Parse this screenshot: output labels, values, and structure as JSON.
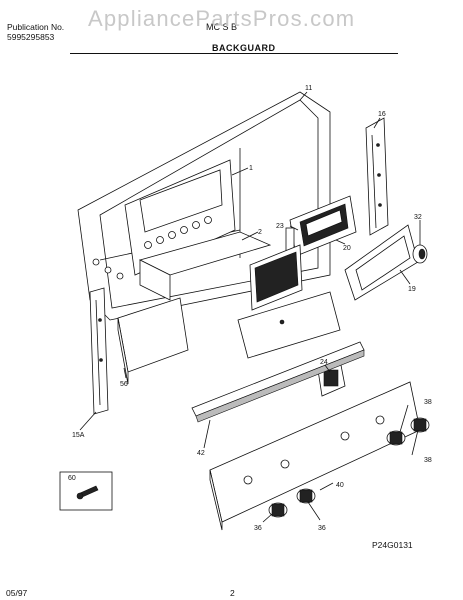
{
  "header": {
    "publication_label": "Publication No.",
    "publication_number": "5995295853",
    "model_number": "MC  S  B",
    "section_title": "BACKGUARD"
  },
  "watermark": "AppliancePartsPros.com",
  "figure_code": "P24G0131",
  "footer": {
    "date": "05/97",
    "page": "2"
  },
  "callouts": {
    "p11": "11",
    "p1": "1",
    "p16": "16",
    "p2": "2",
    "p23": "23",
    "p20": "20",
    "p32": "32",
    "p19": "19",
    "p24": "24",
    "p56": "56",
    "p15a": "15A",
    "p42": "42",
    "p38a": "38",
    "p38b": "38",
    "p40": "40",
    "p60": "60",
    "p36a": "36",
    "p36b": "36"
  }
}
